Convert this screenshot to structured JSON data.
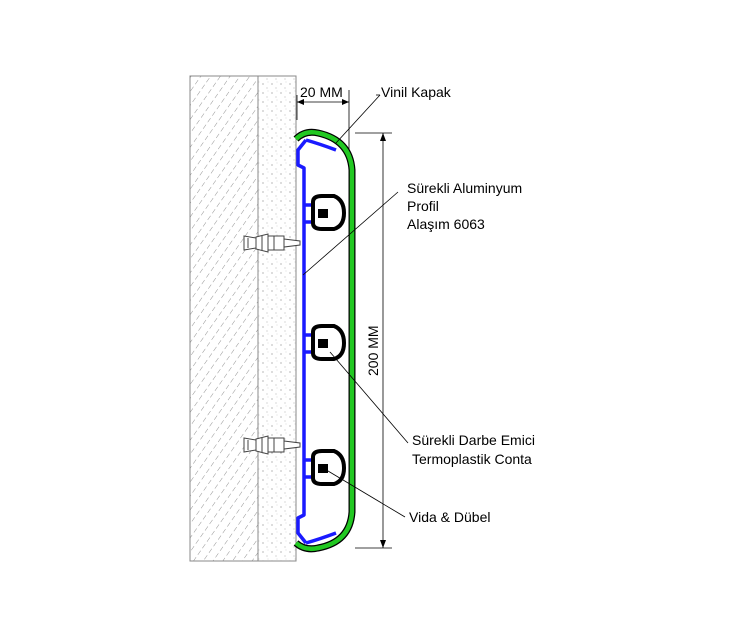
{
  "labels": {
    "width_dim": "20 MM",
    "height_dim": "200 MM",
    "cover": "Vinil Kapak",
    "profile_line1": "Sürekli Aluminyum",
    "profile_line2": "Profil",
    "profile_line3": "Alaşım 6063",
    "gasket_line1": "Sürekli Darbe Emici",
    "gasket_line2": "Termoplastik Conta",
    "screw": "Vida & Dübel"
  },
  "colors": {
    "vinyl_cover": "#22c822",
    "aluminum_profile": "#1a1aff",
    "gasket": "#000000",
    "wall_hatch": "#555555"
  }
}
